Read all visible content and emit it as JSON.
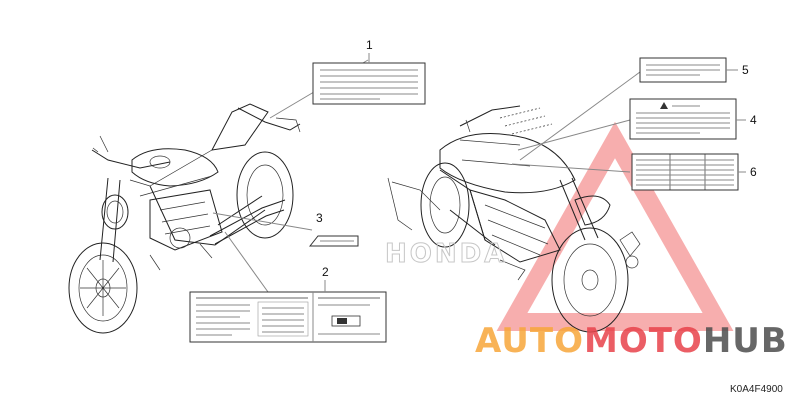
{
  "callouts": {
    "c1": "1",
    "c2": "2",
    "c3": "3",
    "c4": "4",
    "c5": "5",
    "c6": "6"
  },
  "watermark": {
    "part1": "AUTO",
    "part2": "MOTO",
    "part3": "HUB",
    "color_orange": "#f7a63a",
    "color_red": "#e8434b",
    "color_gray": "#4d4d4d"
  },
  "tank_brand": "HONDA",
  "diagram_code": "K0A4F4900"
}
